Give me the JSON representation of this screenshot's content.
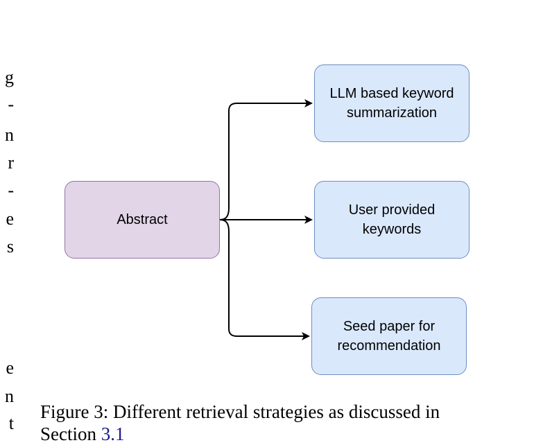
{
  "margin_text": [
    "g",
    "-",
    "n",
    "r",
    "-",
    "e",
    "s",
    "e",
    "n",
    "t"
  ],
  "nodes": {
    "abstract": "Abstract",
    "llm": "LLM based keyword\nsummarization",
    "user": "User provided\nkeywords",
    "seed": "Seed paper for\nrecommendation"
  },
  "caption": {
    "line1": "Figure 3: Different retrieval strategies as discussed in",
    "line2_prefix": "Section ",
    "line2_ref": "3.1"
  },
  "colors": {
    "abstract_fill": "#e1d5e7",
    "abstract_stroke": "#9673a6",
    "target_fill": "#dae8fc",
    "target_stroke": "#6c8ebf",
    "ref_link": "#1a1a8c"
  }
}
